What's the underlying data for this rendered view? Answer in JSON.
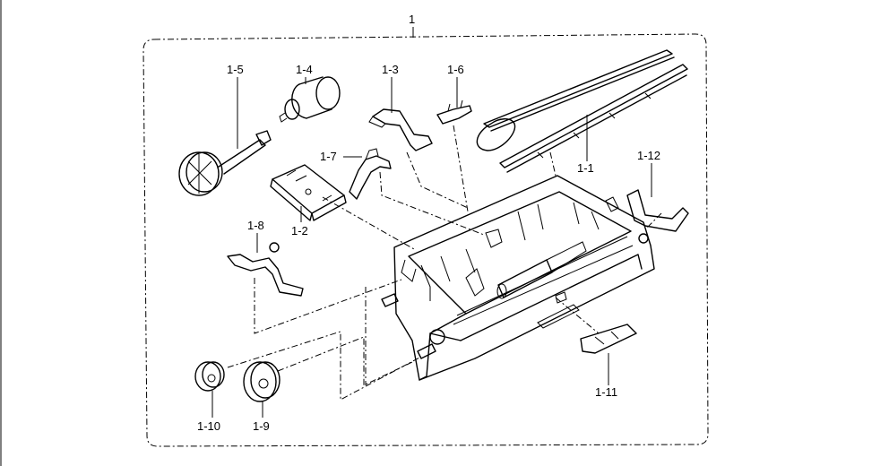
{
  "diagram": {
    "group_label": "1",
    "callouts": [
      {
        "id": "c-1-1",
        "text": "1-1"
      },
      {
        "id": "c-1-2",
        "text": "1-2"
      },
      {
        "id": "c-1-3",
        "text": "1-3"
      },
      {
        "id": "c-1-4",
        "text": "1-4"
      },
      {
        "id": "c-1-5",
        "text": "1-5"
      },
      {
        "id": "c-1-6",
        "text": "1-6"
      },
      {
        "id": "c-1-7",
        "text": "1-7"
      },
      {
        "id": "c-1-8",
        "text": "1-8"
      },
      {
        "id": "c-1-9",
        "text": "1-9"
      },
      {
        "id": "c-1-10",
        "text": "1-10"
      },
      {
        "id": "c-1-11",
        "text": "1-11"
      },
      {
        "id": "c-1-12",
        "text": "1-12"
      }
    ]
  }
}
